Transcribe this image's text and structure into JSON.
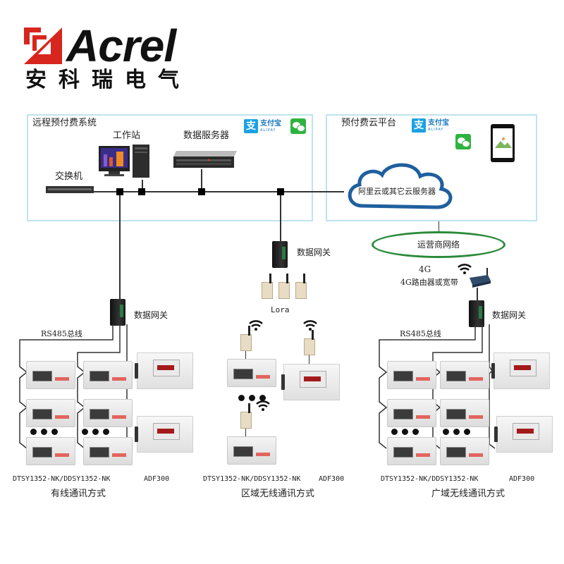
{
  "logo": {
    "brand": "Acrel",
    "brand_cn": "安科瑞电气",
    "colors": {
      "mark": "#d7261e",
      "text": "#111111"
    }
  },
  "remote_system": {
    "title": "远程预付费系统",
    "workstation": "工作站",
    "data_server": "数据服务器",
    "switch": "交换机",
    "payment": {
      "alipay_cn": "支付宝",
      "alipay_en": "ALIPAY",
      "alipay_glyph": "支",
      "wechat_icon": "wechat-icon"
    }
  },
  "cloud_platform": {
    "title": "预付费云平台",
    "cloud_label": "阿里云或其它云服务器",
    "payment": {
      "alipay_cn": "支付宝",
      "alipay_en": "ALIPAY",
      "alipay_glyph": "支",
      "wechat_icon": "wechat-icon"
    },
    "device_icon": "tablet-icon"
  },
  "network": {
    "carrier": "运营商网络",
    "g4": "4G",
    "router": "4G路由器或宽带"
  },
  "wired": {
    "gateway": "数据网关",
    "bus": "RS485总线",
    "meter_model": "DTSY1352-NK/DDSY1352-NK",
    "adf_model": "ADF300",
    "mode": "有线通讯方式"
  },
  "area_wireless": {
    "gateway": "数据网关",
    "lora": "Lora",
    "meter_model": "DTSY1352-NK/DDSY1352-NK",
    "adf_model": "ADF300",
    "mode": "区域无线通讯方式"
  },
  "wide_wireless": {
    "gateway": "数据网关",
    "bus": "RS485总线",
    "meter_model": "DTSY1352-NK/DDSY1352-NK",
    "adf_model": "ADF300",
    "mode": "广域无线通讯方式"
  },
  "colors": {
    "panel_border": "#bfe3ee",
    "cloud": "#1f5f9e",
    "carrier_ring": "#2a8a3a"
  }
}
